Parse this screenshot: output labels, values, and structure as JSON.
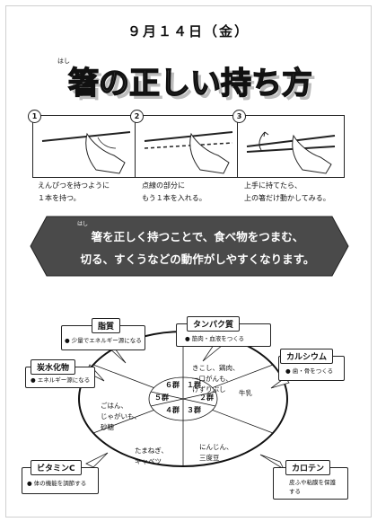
{
  "date": "９月１４日（金）",
  "title": {
    "ruby": "はし",
    "text": "箸の正しい持ち方"
  },
  "steps": [
    {
      "number": "1",
      "text": "えんぴつを持つように\n１本を持つ。"
    },
    {
      "number": "2",
      "text": "点線の部分に\nもう１本を入れる。"
    },
    {
      "number": "3",
      "text": "上手に持てたら、\n上の箸だけ動かしてみる。"
    }
  ],
  "banner": {
    "ruby": "はし",
    "text": "箸を正しく持つことで、食べ物をつまむ、\n切る、すくうなどの動作がしやすくなります。"
  },
  "wheel": {
    "groups": [
      "６群",
      "１群",
      "５群",
      "２群",
      "４群",
      "３群"
    ],
    "foods": {
      "g1": "きこし、鶏肉、\n一口がんも、\nけずりぶし",
      "g2": "牛乳",
      "g3": "にんじん、\n三度豆",
      "g4": "たまねぎ、\nキャベツ",
      "g5": "ごはん、\nじゃがいも、\n砂糖",
      "g6": ""
    }
  },
  "nutrients": [
    {
      "title": "脂質",
      "desc": "● 少量でエネルギー源になる"
    },
    {
      "title": "タンパク質",
      "desc": "● 筋肉・血液をつくる"
    },
    {
      "title": "カルシウム",
      "desc": "● 歯・骨をつくる"
    },
    {
      "title": "炭水化物",
      "desc": "● エネルギー源になる"
    },
    {
      "title": "ビタミンC",
      "desc": "● 体の機能を調節する"
    },
    {
      "title": "カロテン",
      "desc": "皮ふや粘膜を保護\nする"
    }
  ]
}
